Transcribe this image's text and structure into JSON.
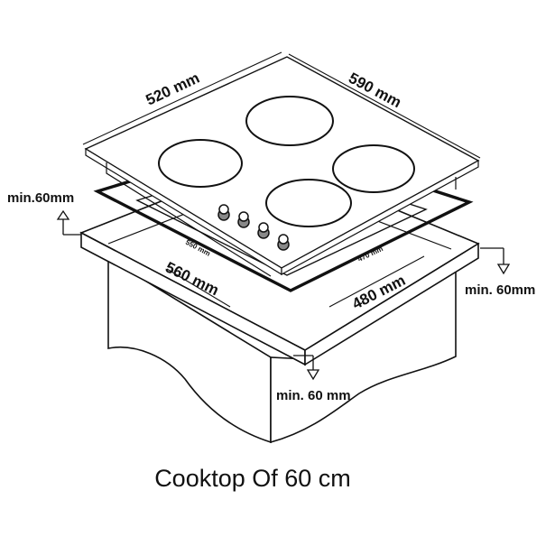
{
  "caption": "Cooktop Of 60 cm",
  "labels": {
    "cooktop_depth": "520 mm",
    "cooktop_width": "590 mm",
    "min_clearance_left": "min.60mm",
    "cutout_width_inner": "550 mm",
    "cutout_depth_inner": "470 mm",
    "cutout_width": "560 mm",
    "cutout_depth": "480 mm",
    "min_clearance_right": "min. 60mm",
    "min_clearance_front": "min. 60 mm"
  },
  "colors": {
    "line": "#111111",
    "background": "#ffffff"
  }
}
